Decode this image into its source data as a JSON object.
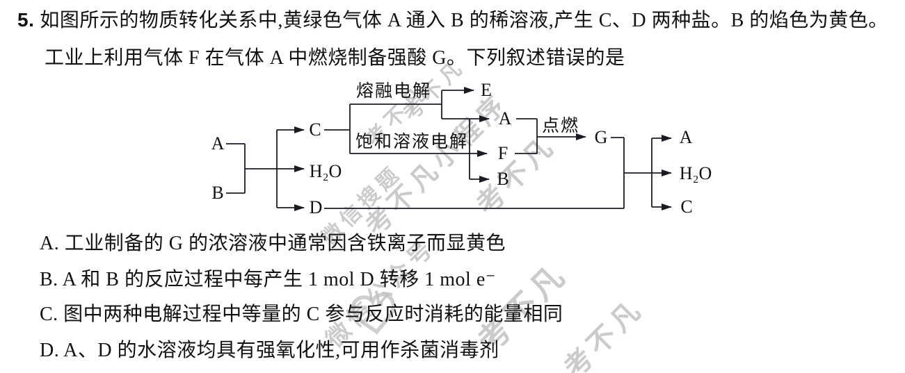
{
  "question": {
    "number": "5.",
    "line1": "如图所示的物质转化关系中,黄绿色气体 A 通入 B 的稀溶液,产生 C、D 两种盐。B 的焰色为黄色。",
    "line2": "工业上利用气体 F 在气体 A 中燃烧制备强酸 G。下列叙述错误的是"
  },
  "diagram": {
    "nodes": {
      "left_a": "A",
      "left_b": "B",
      "mid_c": "C",
      "mid_h2o": "H₂O",
      "mid_d": "D",
      "e": "E",
      "out_a": "A",
      "f": "F",
      "out_b": "B",
      "g": "G",
      "right_a": "A",
      "right_h2o": "H₂O",
      "right_c": "C"
    },
    "labels": {
      "molten_electrolysis": "熔融电解",
      "saturated_electrolysis": "饱和溶液电解",
      "ignite": "点燃"
    },
    "line_color": "#1b1b24"
  },
  "options": [
    {
      "text": "A. 工业制备的 G 的浓溶液中通常因含铁离子而显黄色"
    },
    {
      "text": "B. A 和 B 的反应过程中每产生 1 mol D 转移 1 mol e⁻"
    },
    {
      "text": "C. 图中两种电解过程中等量的 C 参与反应时消耗的能量相同"
    },
    {
      "text": "D. A、D 的水溶液均具有强氧化性,可用作杀菌消毒剂"
    }
  ],
  "watermarks": [
    {
      "text": "考不凡"
    },
    {
      "text": "考不凡"
    },
    {
      "text": "微信搜题"
    },
    {
      "text": "考不凡小程序"
    },
    {
      "text": "考不凡"
    },
    {
      "text": "微信公众号"
    },
    {
      "text": "考不凡"
    },
    {
      "text": "考不凡"
    }
  ],
  "watermark_color": "#c3c3c3"
}
